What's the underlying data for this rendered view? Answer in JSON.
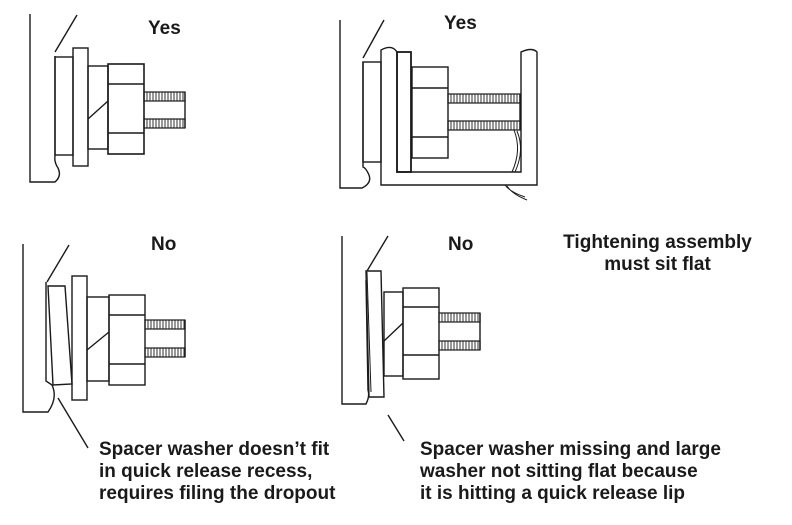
{
  "panels": [
    {
      "id": "top-left",
      "verdict": "Yes"
    },
    {
      "id": "top-right",
      "verdict": "Yes"
    },
    {
      "id": "bottom-left",
      "verdict": "No"
    },
    {
      "id": "bottom-right",
      "verdict": "No"
    }
  ],
  "headline": {
    "line1": "Tightening assembly",
    "line2": "must sit flat"
  },
  "notes": {
    "left": {
      "line1": "Spacer washer doesn’t fit",
      "line2": "in quick release recess,",
      "line3": "requires filing the dropout"
    },
    "right": {
      "line1": "Spacer washer missing and large",
      "line2": "washer not sitting flat because",
      "line3": "it is hitting a quick release lip"
    }
  },
  "colors": {
    "ink": "#1a1a1a",
    "background": "#ffffff"
  }
}
